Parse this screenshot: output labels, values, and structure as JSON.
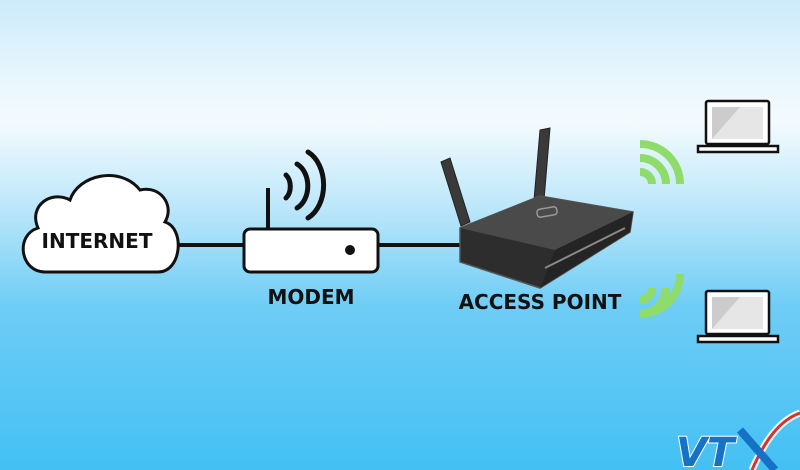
{
  "diagram": {
    "nodes": {
      "internet": "INTERNET",
      "modem": "MODEM",
      "access_point": "ACCESS POINT"
    },
    "logo": "VTX",
    "colors": {
      "line": "#111111",
      "wifi_green": "#8fdc6a",
      "logo_blue": "#1672c4",
      "logo_red": "#d8322e"
    }
  }
}
